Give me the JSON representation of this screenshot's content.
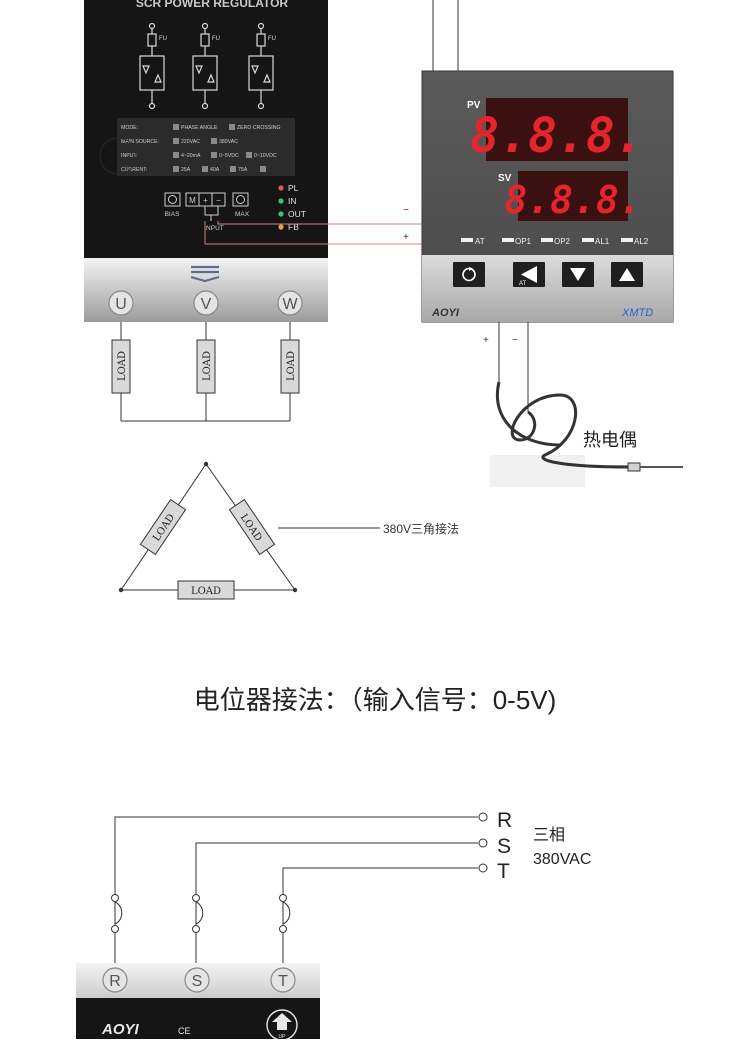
{
  "regulator": {
    "title": "SCR POWER REGULATOR",
    "fuse_label": "FU",
    "settings": {
      "mode_label": "MODE:",
      "mode_opt1": "PHASE ANGLE",
      "mode_opt2": "ZERO CROSSING",
      "source_label": "MAIN SOURCE:",
      "source_opt1": "220VAC",
      "source_opt2": "380VAC",
      "input_label": "INPUT:",
      "input_opt1": "4~20mA",
      "input_opt2": "0~5VDC",
      "input_opt3": "0~10VDC",
      "current_label": "CURRENT:",
      "current_opt1": "25A",
      "current_opt2": "40A",
      "current_opt3": "75A"
    },
    "pot_labels": {
      "bias": "BIAS",
      "max": "MAX",
      "m": "M",
      "plus": "+",
      "minus": "−",
      "input": "INPUT"
    },
    "leds": [
      {
        "label": "PL",
        "color": "#e8545a"
      },
      {
        "label": "IN",
        "color": "#3fc46a"
      },
      {
        "label": "OUT",
        "color": "#3fc46a"
      },
      {
        "label": "FB",
        "color": "#f0a23c"
      }
    ],
    "terminals": [
      "U",
      "V",
      "W"
    ]
  },
  "loads": {
    "label": "LOAD"
  },
  "delta": {
    "caption": "380V三角接法"
  },
  "controller": {
    "pv_label": "PV",
    "sv_label": "SV",
    "pv_value": "8.8.8.",
    "sv_value": "8.8.8.",
    "indicators": [
      "AT",
      "OP1",
      "OP2",
      "AL1",
      "AL2"
    ],
    "brand": "AOYI",
    "model": "XMTD",
    "at_key_label": "AT",
    "input_minus": "−",
    "input_plus": "+"
  },
  "thermocouple": {
    "label": "热电偶",
    "plus": "+",
    "minus": "−"
  },
  "section2": {
    "heading": "电位器接法：（输入信号：0-5V)",
    "phases": [
      "R",
      "S",
      "T"
    ],
    "supply_label_1": "三相",
    "supply_label_2": "380VAC",
    "terminals": [
      "R",
      "S",
      "T"
    ],
    "brand": "AOYI",
    "ce_mark": "CE",
    "up_label": "UP"
  }
}
